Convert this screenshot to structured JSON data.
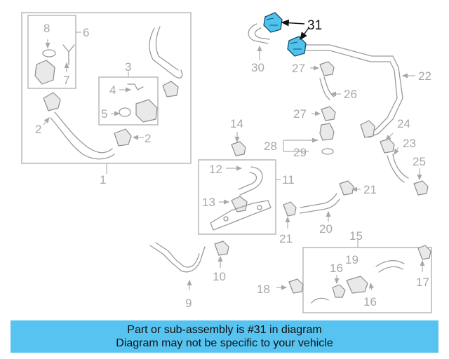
{
  "diagram": {
    "labels": {
      "l1": "1",
      "l2a": "2",
      "l2b": "2",
      "l3": "3",
      "l4": "4",
      "l5": "5",
      "l6": "6",
      "l7": "7",
      "l8": "8",
      "l9": "9",
      "l10": "10",
      "l11": "11",
      "l12": "12",
      "l13": "13",
      "l14": "14",
      "l15": "15",
      "l16a": "16",
      "l16b": "16",
      "l17": "17",
      "l18": "18",
      "l19": "19",
      "l20": "20",
      "l21a": "21",
      "l21b": "21",
      "l22": "22",
      "l23": "23",
      "l24": "24",
      "l25": "25",
      "l26": "26",
      "l27a": "27",
      "l27b": "27",
      "l28": "28",
      "l29": "29",
      "l30": "30",
      "l31": "31"
    },
    "highlighted_part": "31",
    "highlight_color": "#4fc3ef"
  },
  "banner": {
    "line1": "Part or sub-assembly is #31 in diagram",
    "line2": "Diagram may not be specific to your vehicle",
    "background": "#56c3f1"
  }
}
